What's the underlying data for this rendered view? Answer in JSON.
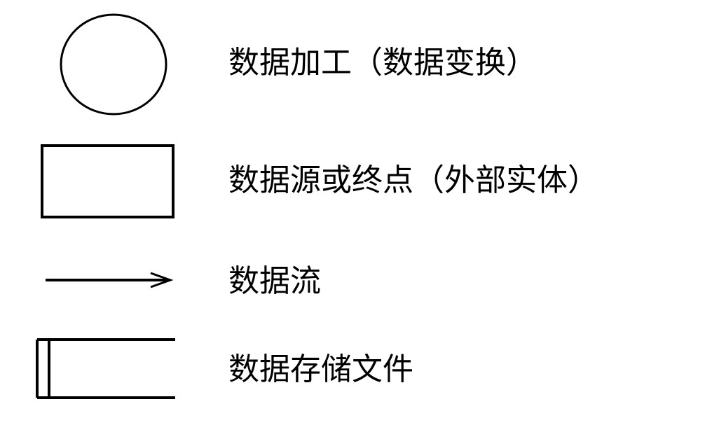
{
  "diagram": {
    "type": "legend",
    "title": "",
    "items": [
      {
        "symbol": "circle",
        "label": "数据加工（数据变换）"
      },
      {
        "symbol": "rectangle",
        "label": "数据源或终点（外部实体）"
      },
      {
        "symbol": "arrow",
        "label": "数据流"
      },
      {
        "symbol": "open-rectangle-with-bar",
        "label": "数据存储文件"
      }
    ]
  },
  "colors": {
    "stroke": "#000000",
    "background": "#ffffff"
  }
}
